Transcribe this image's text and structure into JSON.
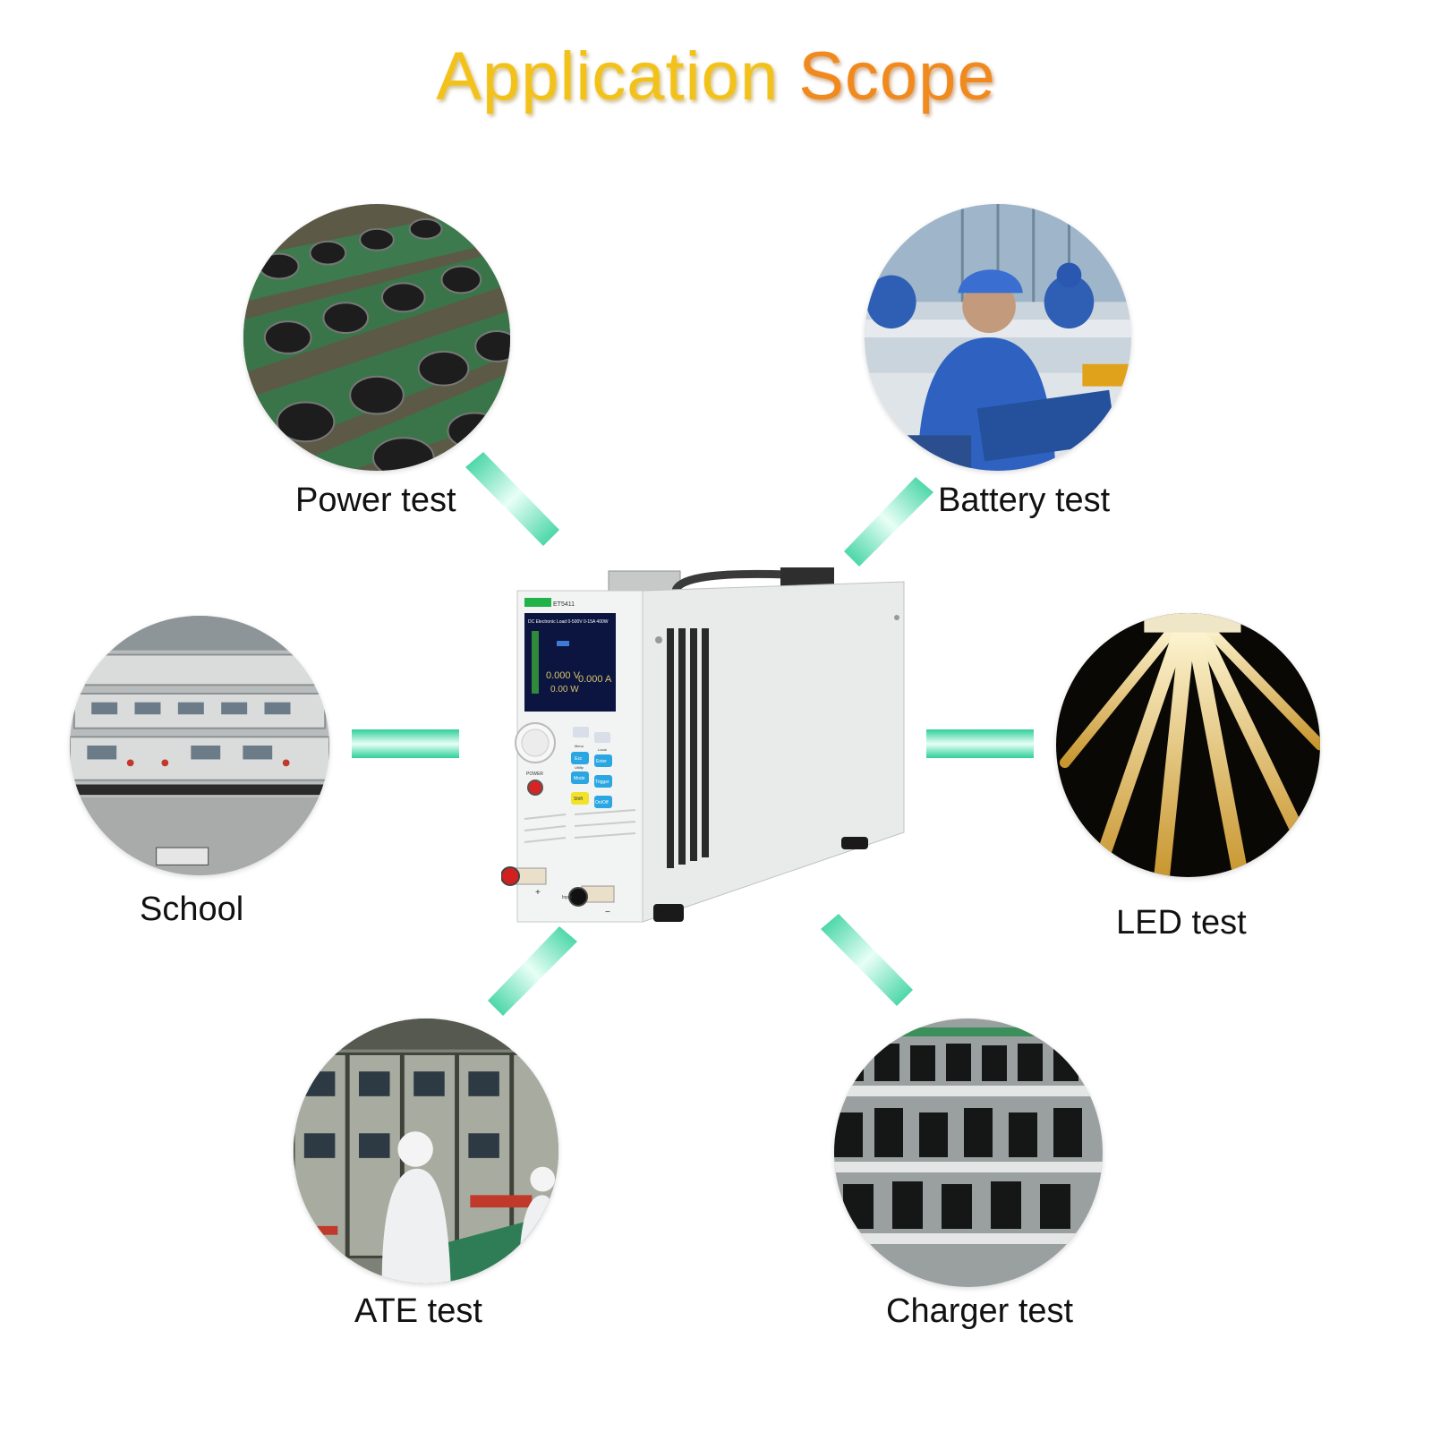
{
  "title": {
    "word1": "Application",
    "word2": "Scope"
  },
  "applications": [
    {
      "id": "power",
      "label": "Power test"
    },
    {
      "id": "battery",
      "label": "Battery test"
    },
    {
      "id": "school",
      "label": "School"
    },
    {
      "id": "led",
      "label": "LED test"
    },
    {
      "id": "ate",
      "label": "ATE test"
    },
    {
      "id": "charger",
      "label": "Charger test"
    }
  ],
  "device": {
    "model": "ET5411",
    "spec": "DC Electronic Load 0-500V 0-15A 400W",
    "readout_voltage": "0.000 V",
    "readout_current": "0.000 A",
    "readout_power": "0.00 W",
    "power_label": "POWER",
    "buttons": {
      "esc": "Esc",
      "enter": "Enter",
      "mode": "Mode",
      "trigger": "Trigger",
      "shift": "Shift",
      "onoff": "On/Off",
      "menu": "Menu",
      "local": "Local",
      "utility": "Utility"
    },
    "terminal_plus": "+",
    "terminal_minus": "−",
    "input_label": "Input"
  },
  "colors": {
    "title_primary": "#f3c21a",
    "title_secondary": "#f08a1e",
    "connector": "#3ed2a0",
    "label_text": "#111111"
  }
}
